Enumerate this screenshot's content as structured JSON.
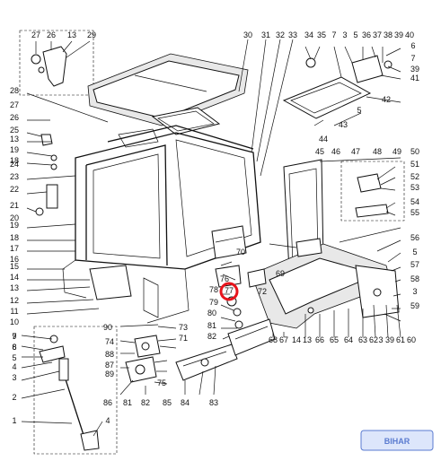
{
  "diagram": {
    "highlighted_part": "77",
    "watermark": "BIHAR",
    "callouts_top": [
      "27",
      "26",
      "13",
      "29",
      "30",
      "31",
      "32",
      "33",
      "34",
      "35",
      "7",
      "3",
      "5",
      "36",
      "37",
      "38",
      "39",
      "40"
    ],
    "callouts_right": [
      "6",
      "7",
      "39",
      "41",
      "42",
      "5",
      "43",
      "44",
      "45",
      "46",
      "47",
      "48",
      "49",
      "50",
      "51",
      "52",
      "53",
      "54",
      "55",
      "56",
      "5",
      "57",
      "58",
      "3",
      "59"
    ],
    "callouts_left": [
      "28",
      "27",
      "26",
      "25",
      "13",
      "19",
      "18",
      "24",
      "23",
      "22",
      "21",
      "20",
      "19",
      "18",
      "17",
      "16",
      "15",
      "14",
      "13",
      "12",
      "11",
      "10",
      "9",
      "8"
    ],
    "callouts_bottom": [
      "68",
      "67",
      "14",
      "13",
      "66",
      "65",
      "64",
      "63",
      "62",
      "3",
      "39",
      "61",
      "60",
      "85",
      "84",
      "83",
      "86",
      "81",
      "82",
      "75",
      "90",
      "74",
      "73",
      "71",
      "72",
      "70",
      "69",
      "79",
      "80",
      "81",
      "82",
      "76",
      "78",
      "77",
      "87",
      "88",
      "89"
    ],
    "inset_labels": [
      "7",
      "6",
      "5",
      "4",
      "3",
      "2",
      "1",
      "4"
    ]
  }
}
